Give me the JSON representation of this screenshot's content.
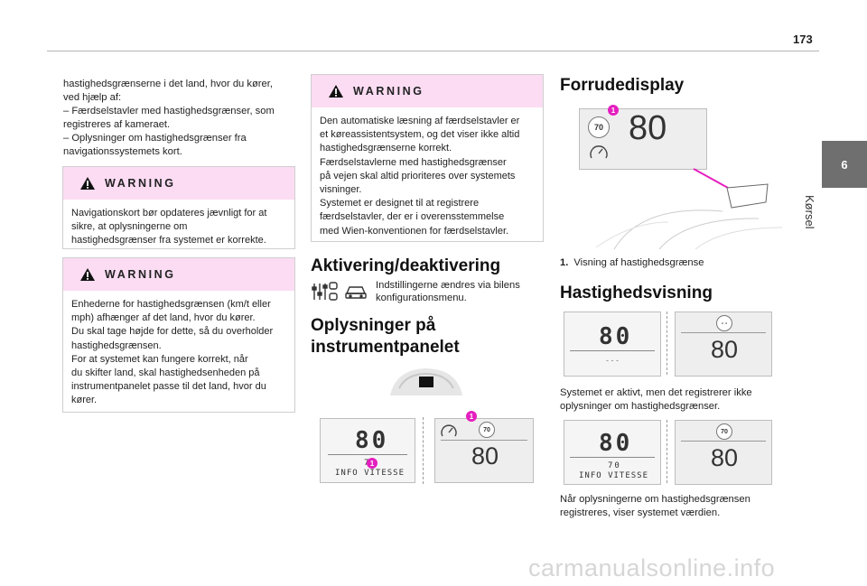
{
  "page_number": "173",
  "side_tab": {
    "chapter": "6",
    "label": "Kørsel"
  },
  "col1": {
    "intro_lines": [
      "hastighedsgrænserne i det land, hvor du kører,",
      "ved hjælp af:",
      "–  Færdselstavler med hastighedsgrænser, som",
      "registreres af kameraet.",
      "–  Oplysninger om hastighedsgrænser fra",
      "navigationssystemets kort."
    ],
    "warning1": {
      "title": "WARNING",
      "lines": [
        "Navigationskort bør opdateres jævnligt for at",
        "sikre, at oplysningerne om",
        "hastighedsgrænser fra systemet er korrekte."
      ]
    },
    "warning2": {
      "title": "WARNING",
      "lines": [
        "Enhederne for hastighedsgrænsen (km/t eller",
        "mph) afhænger af det land, hvor du kører.",
        "Du skal tage højde for dette, så du overholder",
        "hastighedsgrænsen.",
        "For at systemet kan fungere korrekt, når",
        "du skifter land, skal hastighedsenheden på",
        "instrumentpanelet passe til det land, hvor du",
        "kører."
      ]
    }
  },
  "col2": {
    "warning3": {
      "title": "WARNING",
      "lines": [
        "Den automatiske læsning af færdselstavler er",
        "et køreassistentsystem, og det viser ikke altid",
        "hastighedsgrænserne korrekt.",
        "Færdselstavlerne med hastighedsgrænser",
        "på vejen skal altid prioriteres over systemets",
        "visninger.",
        "Systemet er designet til at registrere",
        "færdselstavler, der er i overensstemmelse",
        "med Wien-konventionen for færdselstavler."
      ]
    },
    "activation": {
      "heading": "Aktivering/deaktivering",
      "lines": [
        "Indstillingerne ændres via bilens",
        "konfigurationsmenu."
      ]
    },
    "instrument": {
      "heading_lines": [
        "Oplysninger på",
        "instrumentpanelet"
      ],
      "left_display": {
        "speed": "80",
        "small_speed": "70",
        "info": "INFO VITESSE",
        "callout": "1"
      },
      "right_display": {
        "sign": "70",
        "speed": "80",
        "callout": "1"
      }
    }
  },
  "col3": {
    "heading": "Forrudedisplay",
    "hud": {
      "sign": "70",
      "speed": "80",
      "callout": "1"
    },
    "legend": {
      "num": "1.",
      "text": "Visning af hastighedsgrænse"
    },
    "speed_heading": "Hastighedsvisning",
    "pair1": {
      "left_speed": "80",
      "left_sub": "- - -",
      "right_sign": "- -",
      "right_speed": "80"
    },
    "caption1_lines": [
      "Systemet er aktivt, men det registrerer ikke",
      "oplysninger om hastighedsgrænser."
    ],
    "pair2": {
      "left_speed": "80",
      "left_small": "70",
      "left_info": "INFO VITESSE",
      "right_sign": "70",
      "right_speed": "80"
    },
    "caption2_lines": [
      "Når oplysningerne om hastighedsgrænsen",
      "registreres, viser systemet værdien."
    ]
  },
  "watermark": "carmanualsonline.info",
  "colors": {
    "warning_header": "#fbdcf3",
    "callout": "#e51fbf",
    "tab": "#6f6f6f"
  }
}
